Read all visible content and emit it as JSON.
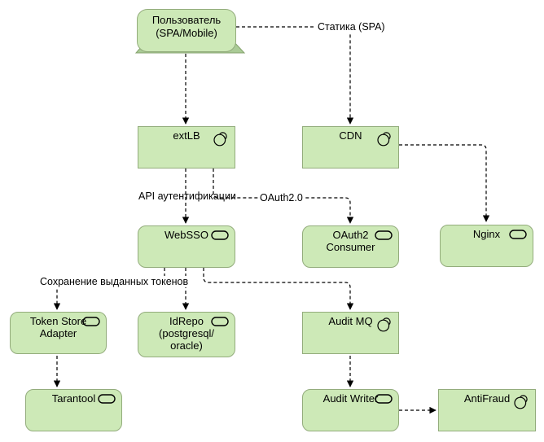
{
  "diagram_type": "archimate-architecture-diagram",
  "colors": {
    "node_fill": "#cde9b7",
    "node_border": "#93ac7c",
    "device_base_fill": "#aacb96",
    "device_base_border": "#84a26c",
    "connector": "#000000",
    "background": "#ffffff"
  },
  "nodes": {
    "user": {
      "lines": [
        "Пользователь",
        "(SPA/Mobile)"
      ],
      "icon": "device-base",
      "shape": "device"
    },
    "extlb": {
      "label": "extLB",
      "icon": "double-circle",
      "shape": "rectangle"
    },
    "cdn": {
      "label": "CDN",
      "icon": "double-circle",
      "shape": "rectangle"
    },
    "websso": {
      "label": "WebSSO",
      "icon": "pill",
      "shape": "rounded-rectangle"
    },
    "oauth2_consumer": {
      "lines": [
        "OAuth2",
        "Consumer"
      ],
      "icon": "pill",
      "shape": "rounded-rectangle"
    },
    "nginx": {
      "label": "Nginx",
      "icon": "pill",
      "shape": "rounded-rectangle"
    },
    "token_store_adapter": {
      "lines": [
        "Token Store",
        "Adapter"
      ],
      "icon": "pill",
      "shape": "rounded-rectangle"
    },
    "idrepo": {
      "lines": [
        "IdRepo",
        "(postgresql/",
        "oracle)"
      ],
      "icon": "pill",
      "shape": "rounded-rectangle"
    },
    "audit_mq": {
      "label": "Audit MQ",
      "icon": "double-circle",
      "shape": "rectangle"
    },
    "tarantool": {
      "label": "Tarantool",
      "icon": "pill",
      "shape": "rounded-rectangle"
    },
    "audit_writer": {
      "label": "Audit Writer",
      "icon": "pill",
      "shape": "rounded-rectangle"
    },
    "antifraud": {
      "label": "AntiFraud",
      "icon": "double-circle",
      "shape": "rectangle"
    }
  },
  "edge_labels": {
    "statika": "Статика (SPA)",
    "api_auth": "API аутентификации",
    "oauth20": "OAuth2.0",
    "token_save": "Сохранение выданных токенов"
  },
  "connections": [
    {
      "from": "user",
      "to": "extlb",
      "style": "dashed-arrow"
    },
    {
      "from": "user",
      "to": "cdn",
      "label": "Статика (SPA)",
      "style": "dashed-arrow"
    },
    {
      "from": "extlb",
      "to": "websso",
      "label": "API аутентификации",
      "style": "dashed-arrow"
    },
    {
      "from": "extlb",
      "to": "oauth2_consumer",
      "label": "OAuth2.0",
      "style": "dashed-arrow"
    },
    {
      "from": "cdn",
      "to": "nginx",
      "style": "dashed-arrow"
    },
    {
      "from": "websso",
      "to": "token_store_adapter",
      "label": "Сохранение выданных токенов",
      "style": "dashed-arrow"
    },
    {
      "from": "websso",
      "to": "idrepo",
      "style": "dashed-arrow"
    },
    {
      "from": "websso",
      "to": "audit_mq",
      "style": "dashed-arrow"
    },
    {
      "from": "audit_mq",
      "to": "audit_writer",
      "style": "dashed-arrow"
    },
    {
      "from": "audit_writer",
      "to": "antifraud",
      "style": "dashed-arrow"
    },
    {
      "from": "token_store_adapter",
      "to": "tarantool",
      "style": "dashed-arrow"
    }
  ]
}
